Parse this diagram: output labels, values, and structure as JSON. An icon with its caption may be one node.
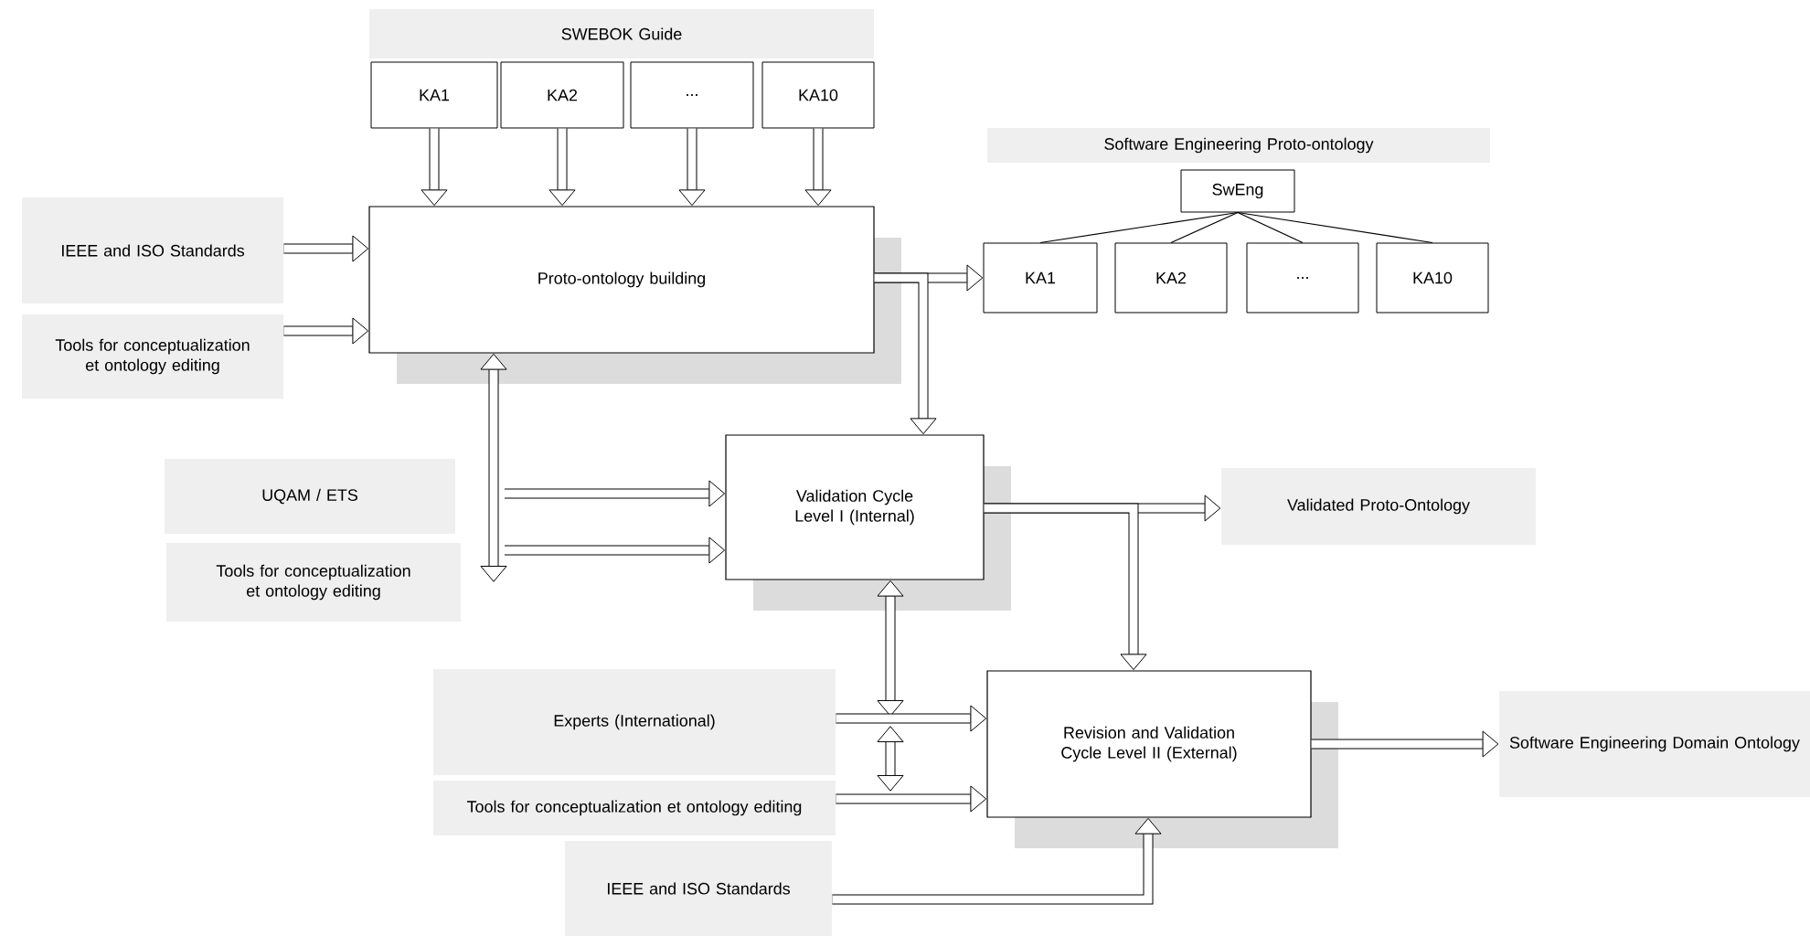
{
  "diagram": {
    "nodes": [
      {
        "text": [
          "SWEBOK Guide"
        ]
      },
      {
        "text": [
          "KA1"
        ]
      },
      {
        "text": [
          "KA2"
        ]
      },
      {
        "text": [
          "..."
        ]
      },
      {
        "text": [
          "KA10"
        ]
      },
      {
        "text": [
          "Proto-ontology building"
        ]
      },
      {
        "text": [
          "IEEE and ISO Standards"
        ]
      },
      {
        "text": [
          "Tools for conceptualization et ontology editing"
        ]
      },
      {
        "text": [
          "Software Engineering Proto-ontology"
        ]
      },
      {
        "text": [
          "SwEng"
        ]
      },
      {
        "text": [
          "KA1"
        ]
      },
      {
        "text": [
          "KA2"
        ]
      },
      {
        "text": [
          "..."
        ]
      },
      {
        "text": [
          "KA10"
        ]
      },
      {
        "text": [
          "UQAM / ETS"
        ]
      },
      {
        "text": [
          "Tools for conceptualization et ontology editing"
        ]
      },
      {
        "text": [
          "Validation Cycle Level I (Internal)"
        ]
      },
      {
        "text": [
          "Validated Proto-Ontology"
        ]
      },
      {
        "text": [
          "Experts (International)"
        ]
      },
      {
        "text": [
          "Tools for conceptualization et ontology editing"
        ]
      },
      {
        "text": [
          "Revision and Validation Cycle Level II (External)"
        ]
      },
      {
        "text": [
          "Software Engineering Domain Ontology"
        ]
      },
      {
        "text": [
          "IEEE and ISO Standards"
        ]
      }
    ],
    "edges": [
      {
        "from": 1,
        "to": 5,
        "arrow": "to"
      },
      {
        "from": 2,
        "to": 5,
        "arrow": "to"
      },
      {
        "from": 3,
        "to": 5,
        "arrow": "to"
      },
      {
        "from": 4,
        "to": 5,
        "arrow": "to"
      },
      {
        "from": 6,
        "to": 5,
        "arrow": "to"
      },
      {
        "from": 7,
        "to": 5,
        "arrow": "to"
      },
      {
        "from": 9,
        "to": 10,
        "arrow": "none"
      },
      {
        "from": 9,
        "to": 11,
        "arrow": "none"
      },
      {
        "from": 9,
        "to": 12,
        "arrow": "none"
      },
      {
        "from": 9,
        "to": 13,
        "arrow": "none"
      },
      {
        "from": 5,
        "to": 10,
        "arrow": "to"
      },
      {
        "from": 5,
        "to": 16,
        "arrow": "to"
      },
      {
        "from": 5,
        "to": 15,
        "arrow": "both"
      },
      {
        "from": null,
        "to": 16,
        "arrow": "to"
      },
      {
        "from": null,
        "to": 16,
        "arrow": "to"
      },
      {
        "from": 16,
        "to": 17,
        "arrow": "to"
      },
      {
        "from": 16,
        "to": 20,
        "arrow": "to"
      },
      {
        "from": 16,
        "to": null,
        "arrow": "both"
      },
      {
        "from": 18,
        "to": 20,
        "arrow": "to"
      },
      {
        "from": 19,
        "to": 20,
        "arrow": "to"
      },
      {
        "from": 20,
        "to": 21,
        "arrow": "to"
      },
      {
        "from": 22,
        "to": 20,
        "arrow": "to"
      }
    ]
  }
}
